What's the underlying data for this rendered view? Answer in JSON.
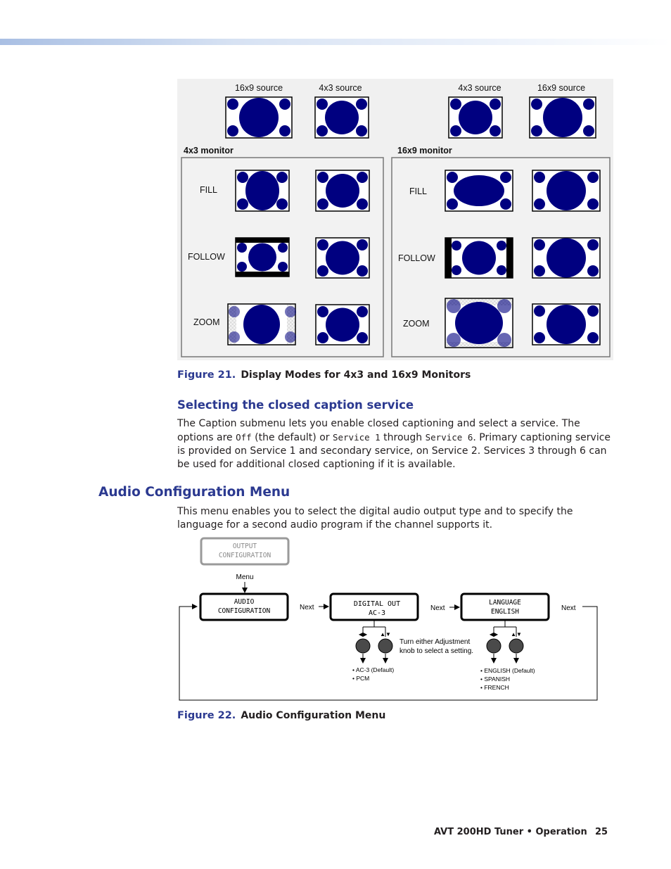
{
  "figure21": {
    "number": "Figure 21.",
    "title": "Display Modes for 4x3 and 16x9 Monitors",
    "left_panel": {
      "monitor_label": "4x3 monitor",
      "source_labels": [
        "16x9 source",
        "4x3 source"
      ],
      "rows": [
        "FILL",
        "FOLLOW",
        "ZOOM"
      ]
    },
    "right_panel": {
      "monitor_label": "16x9 monitor",
      "source_labels": [
        "4x3 source",
        "16x9 source"
      ],
      "rows": [
        "FILL",
        "FOLLOW",
        "ZOOM"
      ]
    }
  },
  "section_caption": {
    "heading": "Selecting the closed caption service",
    "p1": "The Caption submenu lets you enable closed captioning and select a service. The options are",
    "code_off": "Off",
    "p2": " (the default) or ",
    "code_s1": "Service 1",
    "p3": " through ",
    "code_s6": "Service 6",
    "p4": ". Primary captioning service is provided on Service 1 and secondary service, on Service 2. Services 3 through 6 can be used for additional closed captioning if it is available."
  },
  "section_audio": {
    "heading": "Audio Configuration Menu",
    "body": "This menu enables you to select the digital audio output type and to specify the language for a second audio program if the channel supports it."
  },
  "figure22": {
    "number": "Figure 22.",
    "title": "Audio Configuration Menu",
    "output_box": [
      "OUTPUT",
      "CONFIGURATION"
    ],
    "menu_label": "Menu",
    "audio_box": [
      "AUDIO",
      "CONFIGURATION"
    ],
    "digital_box": [
      "DIGITAL OUT",
      "AC-3"
    ],
    "language_box": [
      "LANGUAGE",
      "ENGLISH"
    ],
    "next_label": "Next",
    "knob_note": [
      "Turn either Adjustment",
      "knob to select a setting."
    ],
    "digital_options": [
      "• AC-3 (Default)",
      "• PCM"
    ],
    "language_options": [
      "• ENGLISH (Default)",
      "• SPANISH",
      "• FRENCH"
    ],
    "colors": {
      "knob": "#4a4a4a",
      "box_gray": "#8c8c8c"
    }
  },
  "footer": {
    "title": "AVT 200HD Tuner • Operation",
    "page": "25"
  }
}
